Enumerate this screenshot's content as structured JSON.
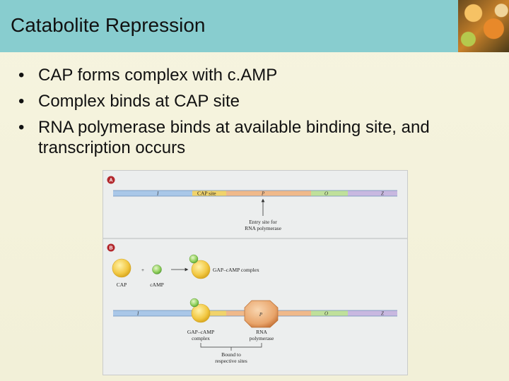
{
  "slide": {
    "title": "Catabolite Repression",
    "bullets": [
      "CAP forms complex with c.AMP",
      "Complex binds at CAP site",
      "RNA polymerase binds at available binding site, and transcription occurs"
    ]
  },
  "figure": {
    "panel_a": {
      "badge": "A",
      "segments": [
        "I",
        "CAP site",
        "P",
        "O",
        "Z"
      ],
      "entry_label_1": "Entry site for",
      "entry_label_2": "RNA polymerase"
    },
    "panel_b": {
      "badge": "B",
      "plus": "+",
      "cap_label": "CAP",
      "camp_label": "cAMP",
      "complex_label": "GAP–cAMP complex",
      "segments": [
        "I",
        "P",
        "O",
        "Z"
      ],
      "bound_complex_1": "GAP–cAMP",
      "bound_complex_2": "complex",
      "rnap_1": "RNA",
      "rnap_2": "polymerase",
      "bound_1": "Bound to",
      "bound_2": "respective sites"
    }
  }
}
